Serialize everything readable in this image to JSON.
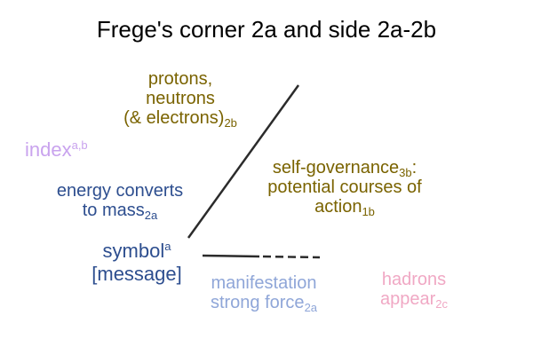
{
  "title": "Frege's corner 2a and side 2a-2b",
  "colors": {
    "olive": "#7a6300",
    "navy": "#2d4e8f",
    "lilac": "#c9a3ee",
    "periwinkle": "#8fa6d8",
    "pink": "#f0a8c4",
    "line": "#2b2b2b"
  },
  "labels": {
    "protons": {
      "line1": "protons,",
      "line2": "neutrons",
      "line3": "(& electrons)",
      "sub": "2b"
    },
    "index": {
      "text": "index",
      "sup": "a,b"
    },
    "energy": {
      "line1": "energy converts",
      "line2": "to mass",
      "sub": "2a"
    },
    "self_gov": {
      "line1a": "self-governance",
      "sub1": "3b",
      "line1b": ":",
      "line2": "potential courses of",
      "line3": "action",
      "sub3": "1b"
    },
    "symbol": {
      "line1": "symbol",
      "sup": "a",
      "line2": "[message]"
    },
    "manifestation": {
      "line1": "manifestation",
      "line2": "strong force",
      "sub": "2a"
    },
    "hadrons": {
      "line1": "hadrons",
      "line2": "appear",
      "sub": "2c"
    }
  }
}
